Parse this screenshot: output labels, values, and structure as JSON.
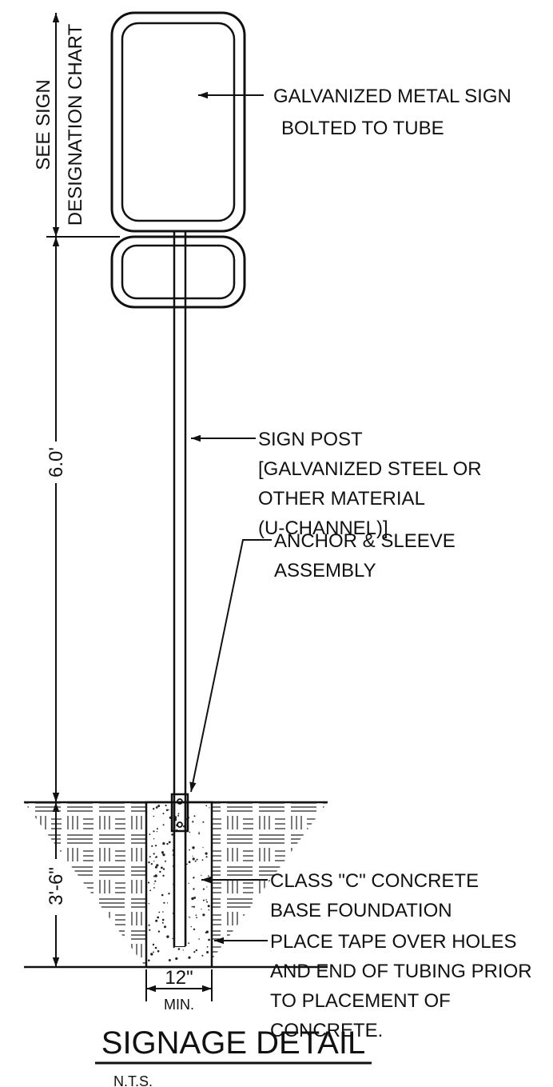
{
  "labels": {
    "sign_callout": [
      "GALVANIZED METAL SIGN",
      "BOLTED TO TUBE"
    ],
    "post_callout": [
      "SIGN POST",
      "[GALVANIZED STEEL OR",
      "OTHER MATERIAL",
      "(U-CHANNEL)]"
    ],
    "anchor_callout": [
      "ANCHOR & SLEEVE",
      "ASSEMBLY"
    ],
    "concrete_callout": [
      "CLASS \"C\" CONCRETE",
      "BASE FOUNDATION"
    ],
    "tape_callout": [
      "PLACE TAPE OVER HOLES",
      "AND END OF TUBING PRIOR",
      "TO PLACEMENT OF",
      "CONCRETE."
    ]
  },
  "dimensions": {
    "sign_height": [
      "SEE SIGN",
      "DESIGNATION CHART"
    ],
    "post_height": "6.0'",
    "embed_depth": "3'-6\"",
    "base_width": "12\"",
    "base_width_note": "MIN."
  },
  "title": {
    "main": "SIGNAGE DETAIL",
    "scale": "N.T.S."
  }
}
